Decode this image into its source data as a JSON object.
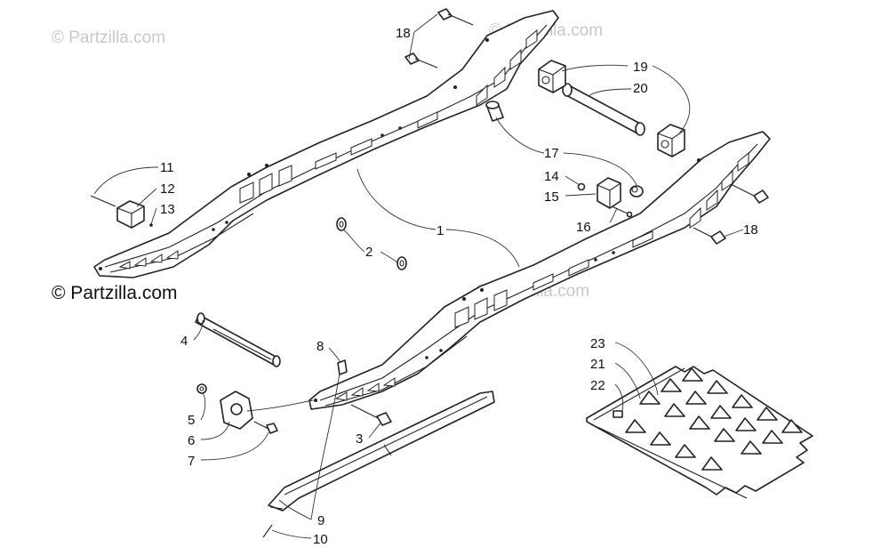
{
  "watermarks": {
    "top_left": "© Partzilla.com",
    "top_right": "© Partzilla.com",
    "center": "© Partzilla.com",
    "main": "© Partzilla.com"
  },
  "callouts": {
    "c1": "1",
    "c2": "2",
    "c3": "3",
    "c4": "4",
    "c5": "5",
    "c6": "6",
    "c7": "7",
    "c8": "8",
    "c9": "9",
    "c10": "10",
    "c11": "11",
    "c12": "12",
    "c13": "13",
    "c14": "14",
    "c15": "15",
    "c16": "16",
    "c17": "17",
    "c18a": "18",
    "c18b": "18",
    "c19": "19",
    "c20": "20",
    "c21": "21",
    "c22": "22",
    "c23": "23"
  }
}
